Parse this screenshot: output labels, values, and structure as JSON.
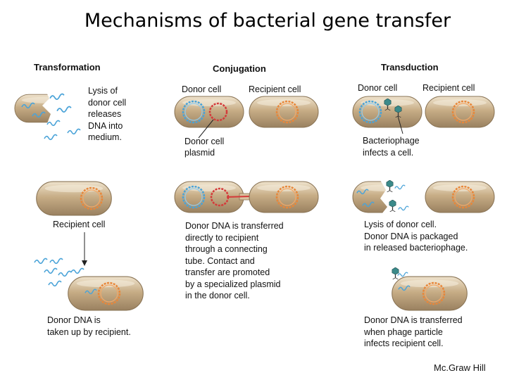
{
  "title": "Mechanisms of bacterial gene transfer",
  "columns": {
    "transformation": {
      "heading": "Transformation",
      "caption_top": [
        "Lysis of",
        "donor cell",
        "releases",
        "DNA into",
        "medium."
      ],
      "label_recipient": "Recipient cell",
      "caption_bottom": [
        "Donor DNA is",
        "taken up by recipient."
      ]
    },
    "conjugation": {
      "heading": "Conjugation",
      "label_donor": "Donor cell",
      "label_recipient": "Recipient cell",
      "label_plasmid": [
        "Donor cell",
        "plasmid"
      ],
      "caption": [
        "Donor DNA is transferred",
        "directly to recipient",
        "through a connecting",
        "tube. Contact and",
        "transfer are promoted",
        "by a specialized plasmid",
        "in the donor cell."
      ]
    },
    "transduction": {
      "heading": "Transduction",
      "label_donor": "Donor cell",
      "label_recipient": "Recipient cell",
      "caption_1": [
        "Bacteriophage",
        "infects a cell."
      ],
      "caption_2": [
        "Lysis of donor cell.",
        "Donor DNA is packaged",
        "in released bacteriophage."
      ],
      "caption_3": [
        "Donor DNA is transferred",
        "when phage particle",
        "infects recipient cell."
      ]
    }
  },
  "credit": "Mc.Graw Hill",
  "colors": {
    "cell": "#c9b08a",
    "donor_dna": "#4aa3d8",
    "recipient_dna": "#e8873a",
    "plasmid": "#d43a3a"
  }
}
